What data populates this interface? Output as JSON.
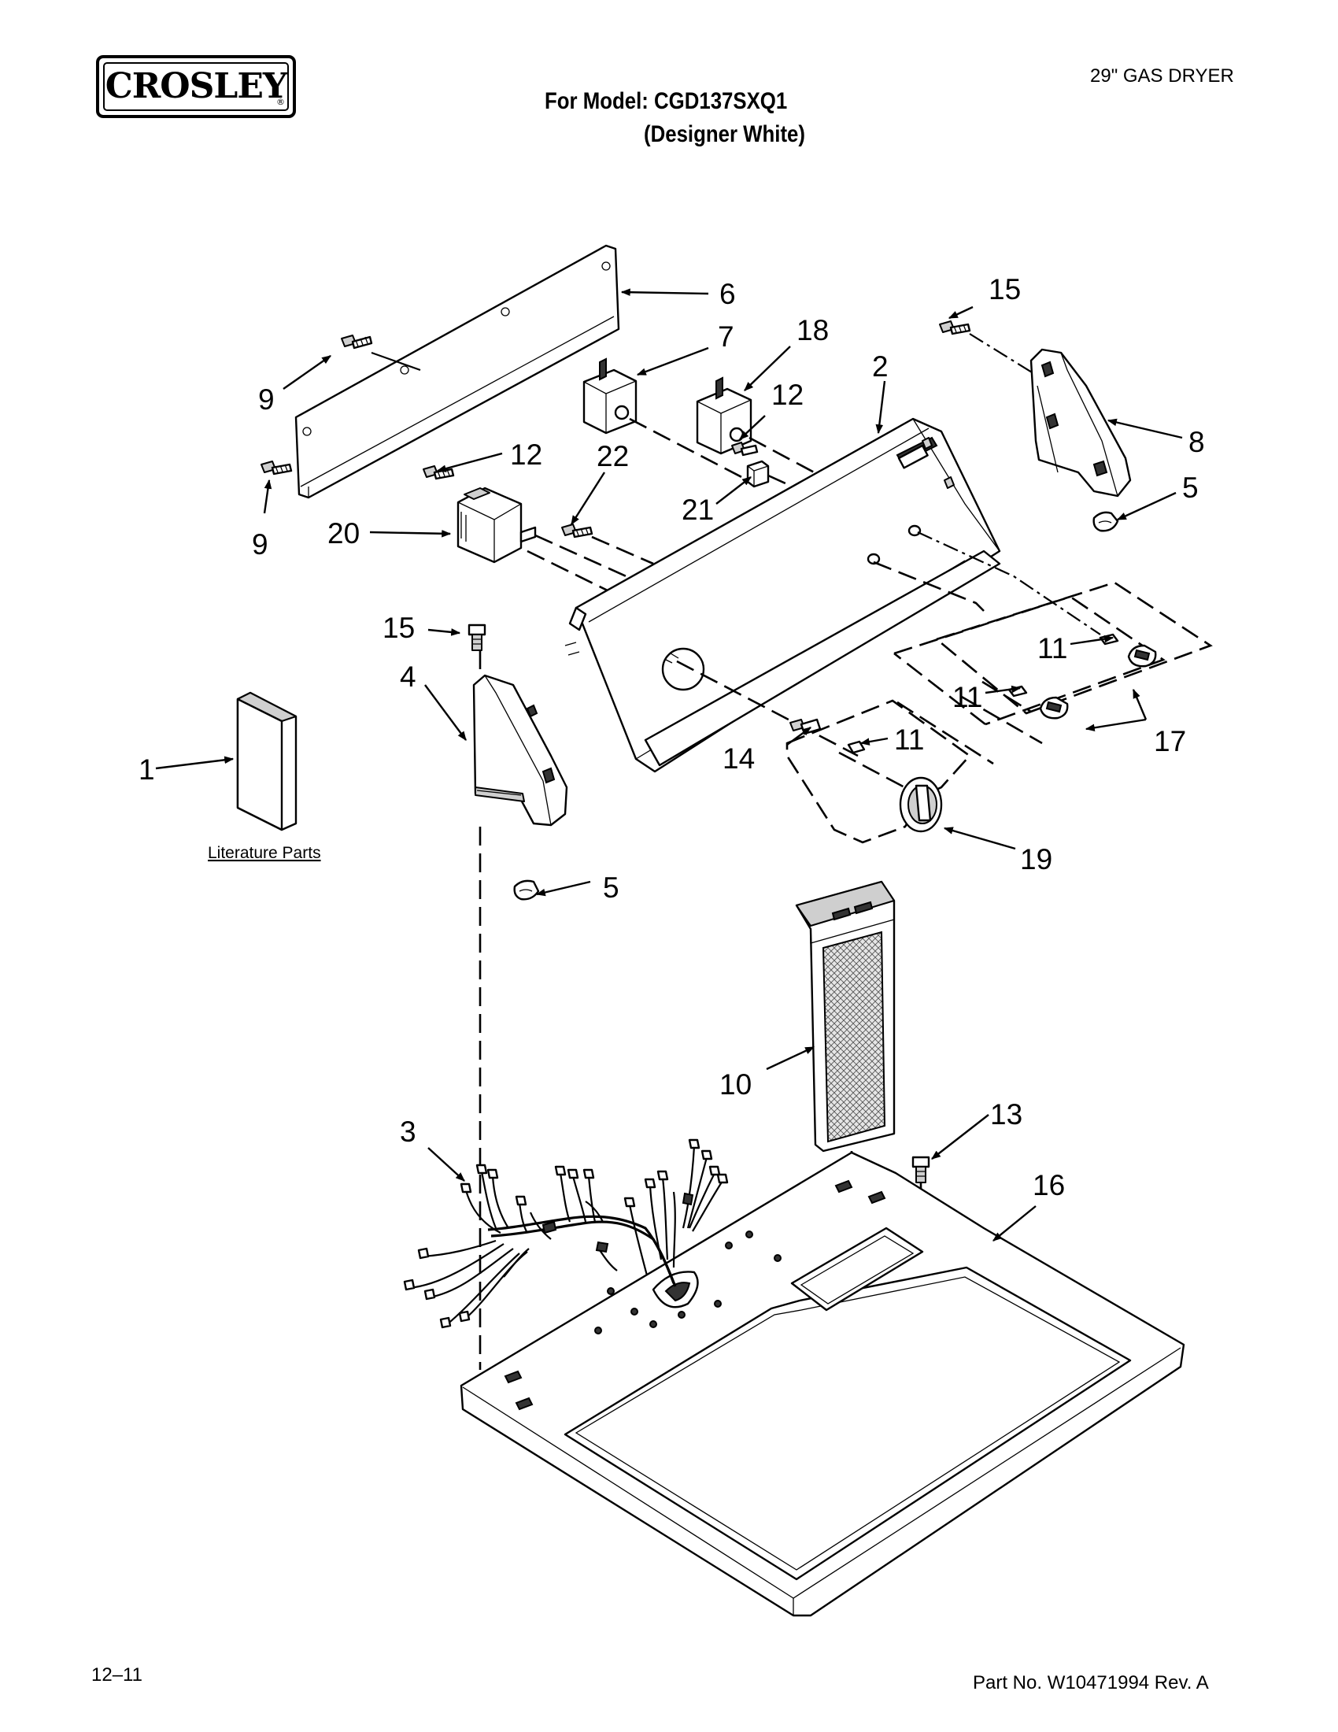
{
  "header": {
    "brand": "CROSLEY",
    "registered_mark": "®",
    "model_line": "For Model: CGD137SXQ1",
    "color_line": "(Designer White)",
    "doc_type": "29\" GAS DRYER"
  },
  "callouts": {
    "c1": "1",
    "c2": "2",
    "c3": "3",
    "c4": "4",
    "c5a": "5",
    "c5b": "5",
    "c6": "6",
    "c7": "7",
    "c8": "8",
    "c9a": "9",
    "c9b": "9",
    "c10": "10",
    "c11a": "11",
    "c11b": "11",
    "c11c": "11",
    "c12a": "12",
    "c12b": "12",
    "c13": "13",
    "c14": "14",
    "c15a": "15",
    "c15b": "15",
    "c16": "16",
    "c17": "17",
    "c18": "18",
    "c19": "19",
    "c20": "20",
    "c21": "21",
    "c22": "22"
  },
  "literature_label": "Literature Parts",
  "footer": {
    "date_code": "12–11",
    "part_number": "Part No. W10471994 Rev. A"
  }
}
